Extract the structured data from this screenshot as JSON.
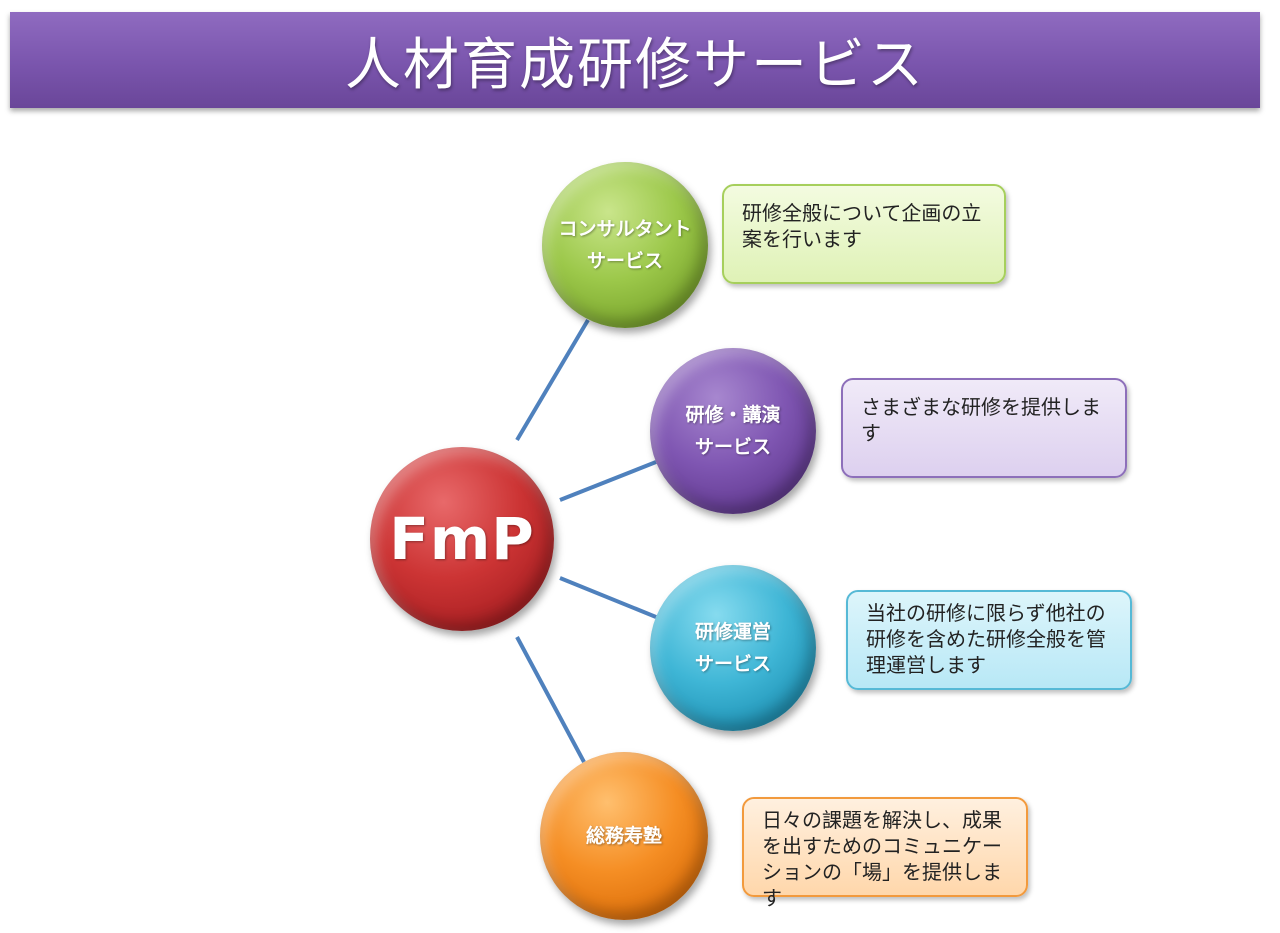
{
  "title": "人材育成研修サービス",
  "center_node": {
    "label": "FmP"
  },
  "services": [
    {
      "name_lines": [
        "コンサルタント",
        "サービス"
      ],
      "description": "研修全般について企画の立案を行います",
      "color": "#9cc84a"
    },
    {
      "name_lines": [
        "研修・講演",
        "サービス"
      ],
      "description": "さまざまな研修を提供します",
      "color": "#7f56b2"
    },
    {
      "name_lines": [
        "研修運営",
        "サービス"
      ],
      "description": "当社の研修に限らず他社の研修を含めた研修全般を管理運営します",
      "color": "#3fb6d6"
    },
    {
      "name_lines": [
        "総務寿塾"
      ],
      "description": "日々の課題を解決し、成果を出すためのコミュニケーションの「場」を提供します",
      "color": "#f58e24"
    }
  ],
  "colors": {
    "banner": "#7a55ad",
    "center": "#cc3434",
    "connector": "#4f81bd"
  }
}
